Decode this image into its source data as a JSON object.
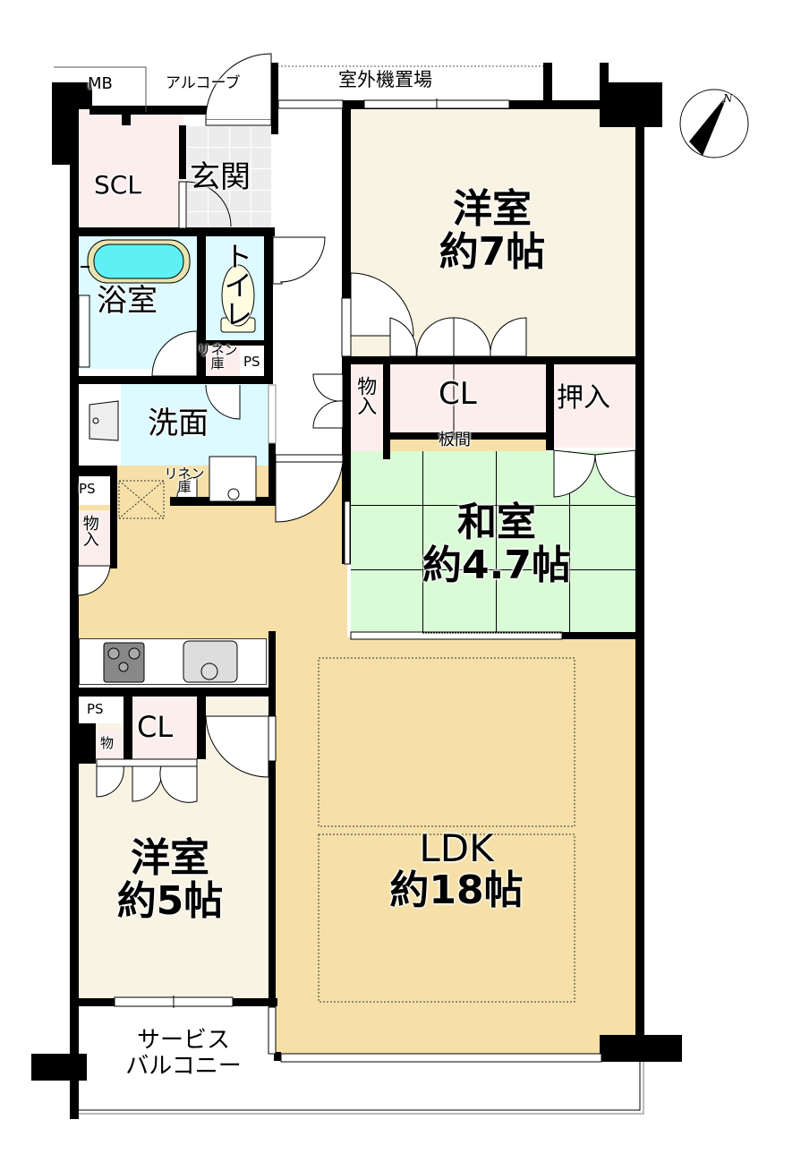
{
  "floorplan": {
    "colors": {
      "wall": "#000000",
      "western_room": "#f9f3e3",
      "ldk": "#f6e0a7",
      "japanese_room": "#d9fbd5",
      "wet_area": "#dcfaff",
      "closet": "#fdeeee",
      "entrance": "#ececec",
      "outside": "#ffffff"
    },
    "compass": {
      "label": "N"
    },
    "rooms": {
      "mb": {
        "label": "MB"
      },
      "alcove": {
        "label": "アルコーブ"
      },
      "outdoor_unit": {
        "label": "室外機置場"
      },
      "scl": {
        "label": "SCL"
      },
      "entrance": {
        "label": "玄関"
      },
      "western_7": {
        "name": "洋室",
        "size": "約7帖"
      },
      "bath": {
        "label": "浴室"
      },
      "toilet": {
        "label": "トイレ"
      },
      "linen_1": {
        "label": "リネン庫"
      },
      "ps_1": {
        "label": "PS"
      },
      "storage_1": {
        "label": "物入"
      },
      "cl_1": {
        "label": "CL"
      },
      "oshiire": {
        "label": "押入"
      },
      "itama": {
        "label": "板間"
      },
      "washroom": {
        "label": "洗面"
      },
      "linen_2": {
        "label": "リネン庫"
      },
      "ps_2": {
        "label": "PS"
      },
      "storage_2": {
        "label": "物入"
      },
      "japanese": {
        "name": "和室",
        "size": "約4.7帖"
      },
      "ps_3": {
        "label": "PS"
      },
      "storage_3": {
        "label": "物"
      },
      "cl_2": {
        "label": "CL"
      },
      "western_5": {
        "name": "洋室",
        "size": "約5帖"
      },
      "ldk": {
        "name": "LDK",
        "size": "約18帖"
      },
      "service_balcony": {
        "line1": "サービス",
        "line2": "バルコニー"
      }
    }
  }
}
